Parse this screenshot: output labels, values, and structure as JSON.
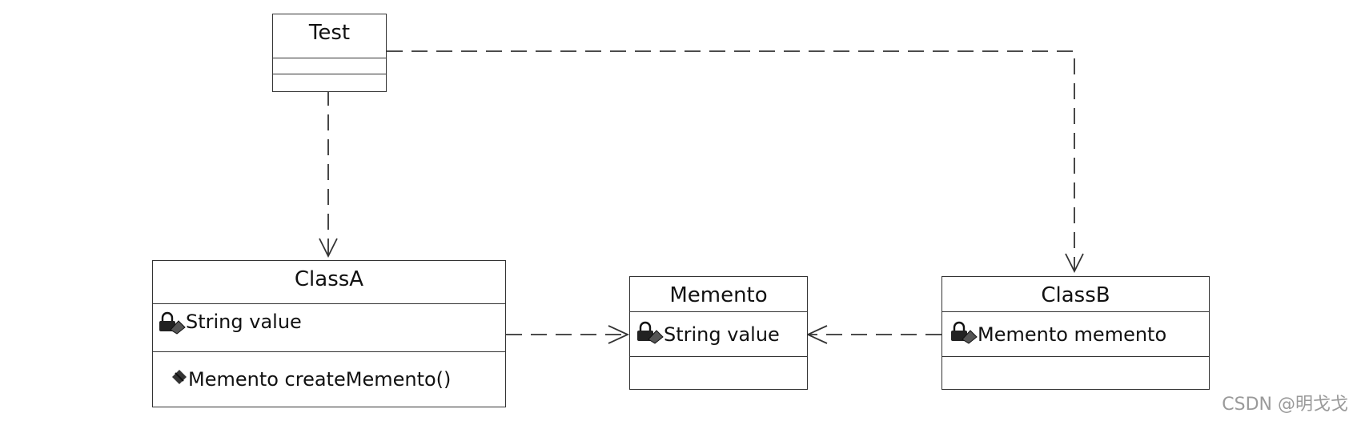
{
  "classes": {
    "test": {
      "name": "Test"
    },
    "class_a": {
      "name": "ClassA",
      "attribute": "String value",
      "operation": "Memento createMemento()"
    },
    "memento": {
      "name": "Memento",
      "attribute": "String value"
    },
    "class_b": {
      "name": "ClassB",
      "attribute": "Memento memento"
    }
  },
  "icons": {
    "private_attribute": "lock-icon",
    "public_operation": "diamond-icon"
  },
  "colors": {
    "line": "#333333",
    "watermark": "#9a9a9a"
  },
  "watermark": "CSDN @明戈戈"
}
